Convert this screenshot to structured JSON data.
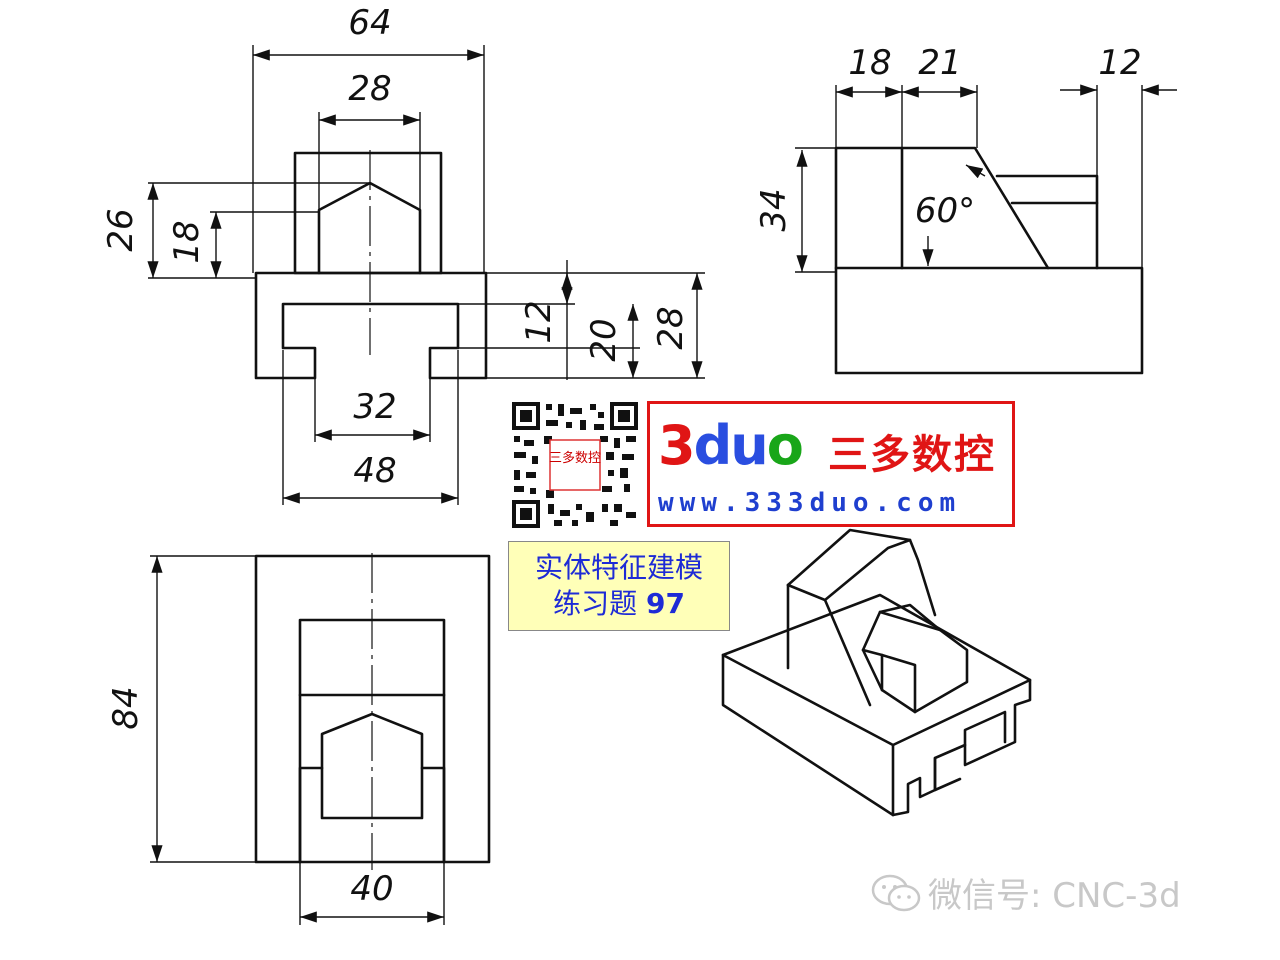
{
  "views": {
    "front": {
      "dims": [
        "64",
        "28",
        "26",
        "18",
        "12",
        "20",
        "28",
        "32",
        "48"
      ]
    },
    "side": {
      "dims": [
        "18",
        "21",
        "12",
        "34",
        "60°"
      ]
    },
    "top": {
      "dims": [
        "84",
        "40"
      ]
    }
  },
  "brand": {
    "logo_chars": [
      "3",
      "d",
      "u",
      "o"
    ],
    "logo_colors": [
      "#e01515",
      "#2a4ee0",
      "#2a4ee0",
      "#19a619"
    ],
    "name": "三多数控",
    "url": "www.333duo.com",
    "frame_color": "#e01515"
  },
  "qr": {
    "center_text": "三多数控"
  },
  "exercise": {
    "line1": "实体特征建模",
    "line2_prefix": "练习题 ",
    "number": "97"
  },
  "watermark": {
    "icon": "wechat-icon",
    "text": "微信号: CNC-3d"
  }
}
